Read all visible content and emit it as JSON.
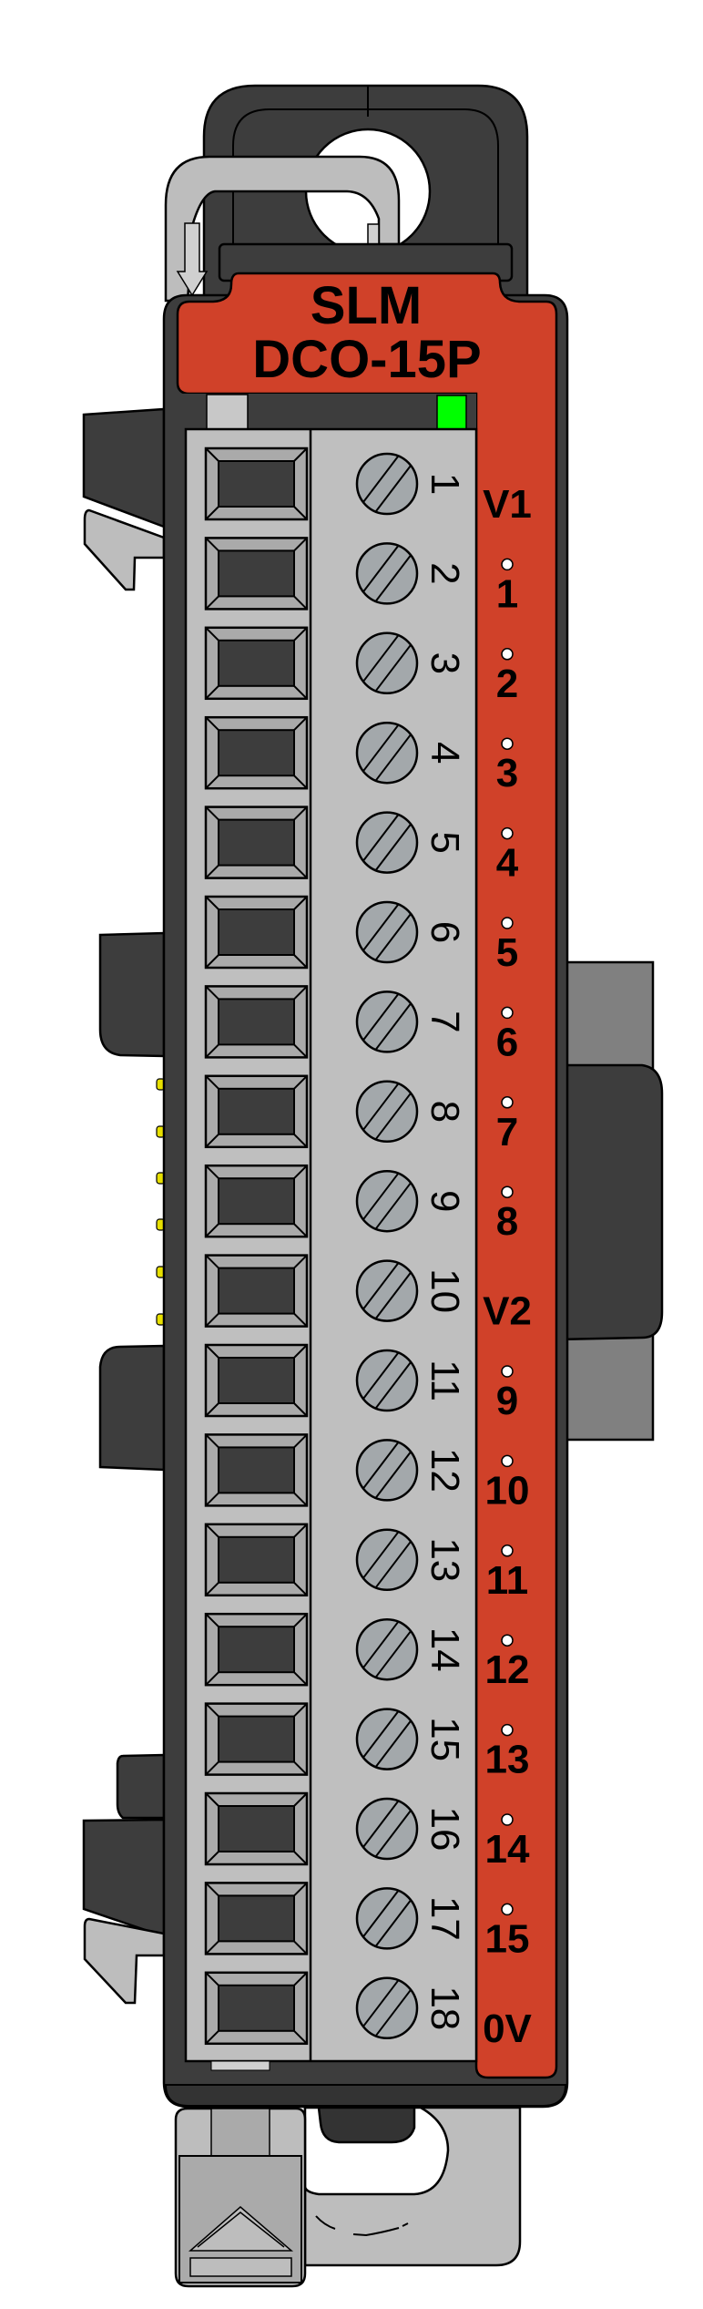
{
  "module": {
    "brand": "SLM",
    "model": "DCO-15P",
    "status_led_color": "#00ff00"
  },
  "colors": {
    "label_red": "#d04129",
    "housing_dark": "#3d3d3d",
    "terminal_gray": "#bfbfbf",
    "screw_gray": "#a3a8ab",
    "contact_gold": "#e8e000"
  },
  "terminals": [
    {
      "number": "1",
      "label": "V1",
      "dot": false
    },
    {
      "number": "2",
      "label": "1",
      "dot": true
    },
    {
      "number": "3",
      "label": "2",
      "dot": true
    },
    {
      "number": "4",
      "label": "3",
      "dot": true
    },
    {
      "number": "5",
      "label": "4",
      "dot": true
    },
    {
      "number": "6",
      "label": "5",
      "dot": true
    },
    {
      "number": "7",
      "label": "6",
      "dot": true
    },
    {
      "number": "8",
      "label": "7",
      "dot": true
    },
    {
      "number": "9",
      "label": "8",
      "dot": true
    },
    {
      "number": "10",
      "label": "V2",
      "dot": false
    },
    {
      "number": "11",
      "label": "9",
      "dot": true
    },
    {
      "number": "12",
      "label": "10",
      "dot": true
    },
    {
      "number": "13",
      "label": "11",
      "dot": true
    },
    {
      "number": "14",
      "label": "12",
      "dot": true
    },
    {
      "number": "15",
      "label": "13",
      "dot": true
    },
    {
      "number": "16",
      "label": "14",
      "dot": true
    },
    {
      "number": "17",
      "label": "15",
      "dot": true
    },
    {
      "number": "18",
      "label": "0V",
      "dot": false
    }
  ]
}
